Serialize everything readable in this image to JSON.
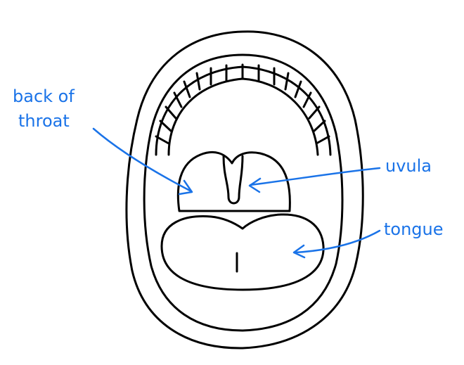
{
  "diagram": {
    "labels": {
      "back_of_throat_line1": "back of",
      "back_of_throat_line2": "throat",
      "uvula": "uvula",
      "tongue": "tongue"
    },
    "colors": {
      "annotation": "#1a73e8",
      "outline": "#000000",
      "background": "#ffffff"
    }
  }
}
